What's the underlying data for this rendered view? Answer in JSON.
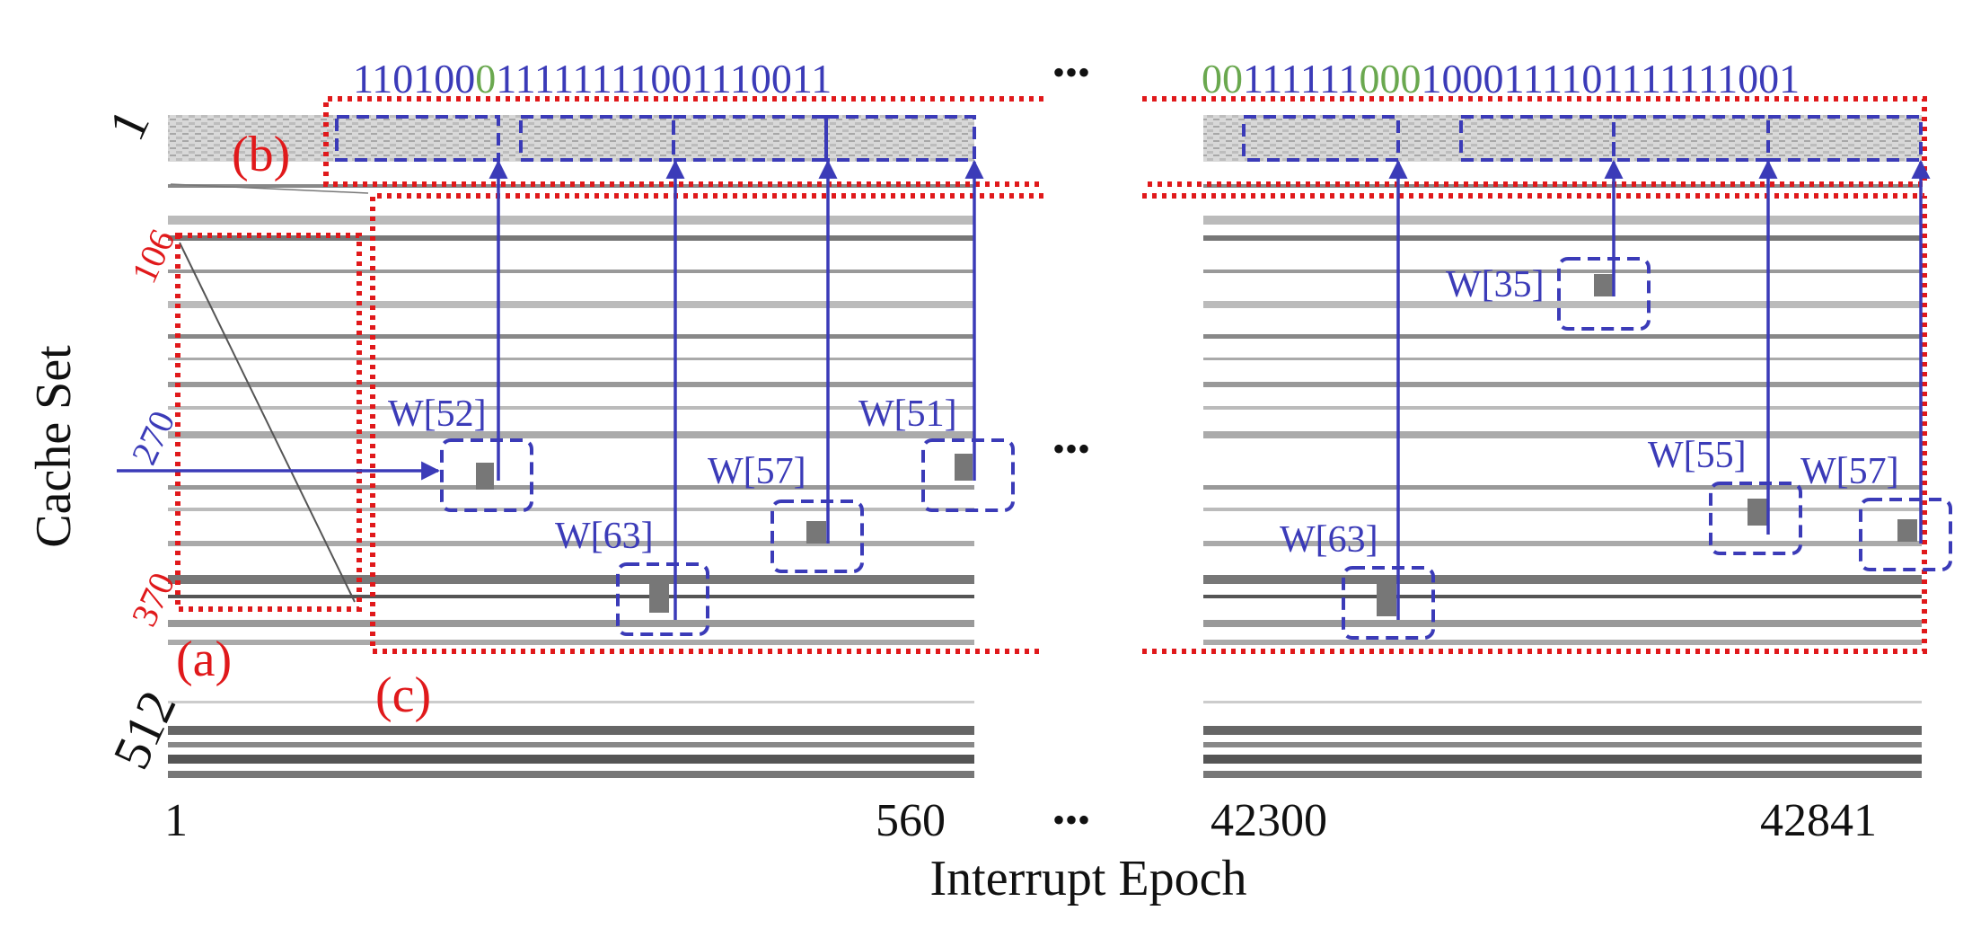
{
  "colors": {
    "red": "#e0191b",
    "blue": "#3b3bb8",
    "green": "#6aa84f",
    "black": "#111111",
    "gray": "#9a9a9a"
  },
  "axes": {
    "y_label": "Cache Set",
    "x_label": "Interrupt Epoch",
    "y_ticks": {
      "top": "1",
      "bottom": "512",
      "red_106": "106",
      "blue_270": "270",
      "red_370": "370"
    },
    "x_ticks": {
      "left_start": "1",
      "left_end": "560",
      "right_start": "42300",
      "right_end": "42841"
    },
    "ellipsis": "•••"
  },
  "panels": {
    "a": "(a)",
    "b": "(b)",
    "c": "(c)"
  },
  "bitstrings": {
    "left": [
      {
        "text": "110100",
        "color": "blue"
      },
      {
        "text": "0",
        "color": "green"
      },
      {
        "text": "11111111001110011",
        "color": "blue"
      }
    ],
    "right": [
      {
        "text": "00",
        "color": "green"
      },
      {
        "text": "111111",
        "color": "blue"
      },
      {
        "text": "000",
        "color": "green"
      },
      {
        "text": "1000111101111111001",
        "color": "blue"
      }
    ]
  },
  "w_labels_left": [
    "W[52]",
    "W[63]",
    "W[57]",
    "W[51]"
  ],
  "w_labels_right": [
    "W[35]",
    "W[63]",
    "W[55]",
    "W[57]"
  ]
}
